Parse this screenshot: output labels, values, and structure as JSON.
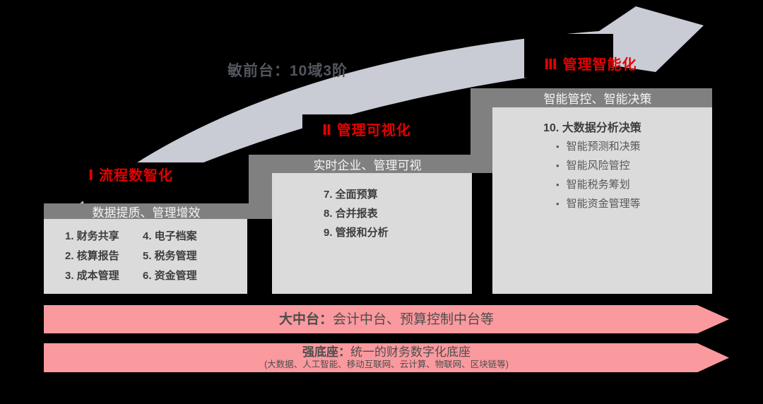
{
  "title_label": {
    "text": "敏前台：10域3阶"
  },
  "stages": [
    {
      "label": "Ⅰ 流程数智化"
    },
    {
      "label": "Ⅱ 管理可视化"
    },
    {
      "label": "Ⅲ 管理智能化"
    }
  ],
  "boxes": [
    {
      "header": "数据提质、管理增效",
      "columns": [
        [
          "1. 财务共享",
          "2. 核算报告",
          "3. 成本管理"
        ],
        [
          "4. 电子档案",
          "5. 税务管理",
          "6. 资金管理"
        ]
      ]
    },
    {
      "header": "实时企业、管理可视",
      "items": [
        "7. 全面预算",
        "8. 合并报表",
        "9. 管报和分析"
      ]
    },
    {
      "header": "智能管控、智能决策",
      "lead_item": "10. 大数据分析决策",
      "bullets": [
        "智能预测和决策",
        "智能风险管控",
        "智能税务筹划",
        "智能资金管理等"
      ]
    }
  ],
  "banners": [
    {
      "prefix": "大中台：",
      "text": "会计中台、预算控制中台等"
    },
    {
      "prefix": "强底座：",
      "text": "统一的财务数字化底座",
      "subtext": "(大数据、人工智能、移动互联网、云计算、物联网、区块链等)"
    }
  ],
  "colors": {
    "background": "#000000",
    "arrow_gray": "#C9CBD5",
    "header_gray": "#808080",
    "body_gray": "#DBDBDB",
    "pink": "#FA999E",
    "red": "#E60000",
    "dark_text": "#3E3E3E",
    "front_label_text": "#54565E",
    "banner_text": "#4D4D4D"
  }
}
